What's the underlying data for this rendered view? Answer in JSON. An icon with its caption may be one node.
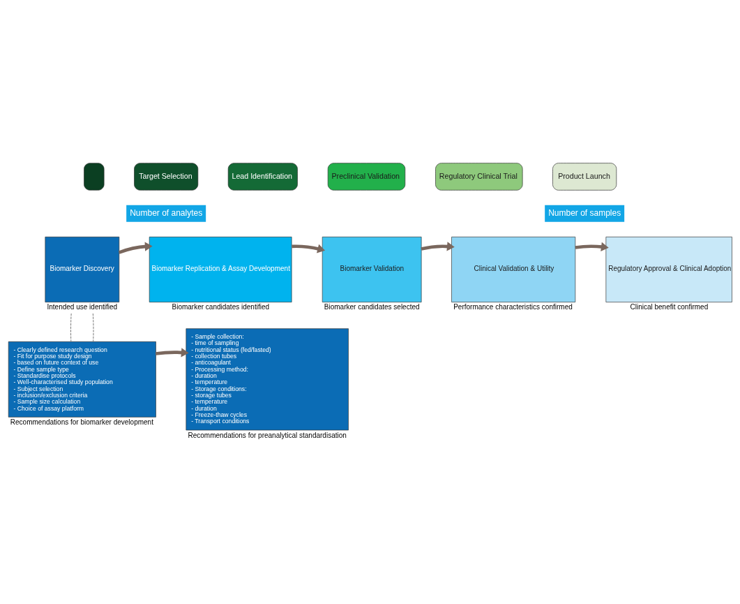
{
  "diagram": {
    "nodes": [
      {
        "text": [],
        "shape": "box"
      },
      {
        "text": [
          "Target Selection"
        ]
      },
      {
        "text": [
          "Lead Identification"
        ]
      },
      {
        "text": [
          "Preclinical Validation"
        ]
      },
      {
        "text": [
          "Regulatory Clinical Trial"
        ]
      },
      {
        "text": [
          "Product Launch"
        ]
      },
      {
        "text": [
          "Biomarker Discovery"
        ],
        "beside": [
          "Intended use identified"
        ]
      },
      {
        "text": [
          "Biomarker Replication & Assay Development"
        ],
        "beside": [
          "Biomarker candidates identified"
        ]
      },
      {
        "text": [
          "Biomarker Validation"
        ],
        "beside": [
          "Biomarker candidates selected"
        ]
      },
      {
        "text": [
          "Clinical Validation & Utility"
        ],
        "beside": [
          "Performance characteristics confirmed"
        ]
      },
      {
        "text": [
          "Regulatory Approval & Clinical Adoption"
        ],
        "beside": [
          "Clinical benefit confirmed"
        ]
      },
      {
        "text": [
          "- Clearly defined research question",
          "- Fit for purpose study design",
          "- based on future context of use",
          "- Define sample type",
          "- Standardise protocols",
          "- Well-characterised study population",
          "- Subject selection",
          "- inclusion/exclusion criteria",
          "- Sample size calculation",
          "- Choice of assay platform"
        ],
        "beside": [
          "Recommendations for biomarker development"
        ]
      },
      {
        "text": [
          "- Sample collection:",
          "- time of sampling",
          "- nutritional status (fed/fasted)",
          "- collection tubes",
          "- anticoagulant",
          "- Processing method:",
          "- duration",
          "- temperature",
          "- Storage conditions:",
          "- storage tubes",
          "- temperature",
          "- duration",
          "- Freeze-thaw cycles",
          "- Transport conditions"
        ],
        "beside": [
          "Recommendations for preanalytical standardisation"
        ]
      }
    ],
    "edges": [
      {
        "from": 6,
        "to": 7,
        "arrow": "to"
      },
      {
        "from": 7,
        "to": 8,
        "arrow": "to"
      },
      {
        "from": 8,
        "to": 9,
        "arrow": "to"
      },
      {
        "from": 9,
        "to": 10,
        "arrow": "to"
      },
      {
        "from": 6,
        "to": 11,
        "arrow": "none",
        "style": "dashed",
        "color": "#555555"
      },
      {
        "from": 6,
        "to": 11,
        "arrow": "none",
        "style": "dashed",
        "color": "#555555"
      },
      {
        "from": 11,
        "to": 12,
        "arrow": "to"
      }
    ],
    "labels": [
      "Number of samples",
      "Number of analytes"
    ]
  }
}
